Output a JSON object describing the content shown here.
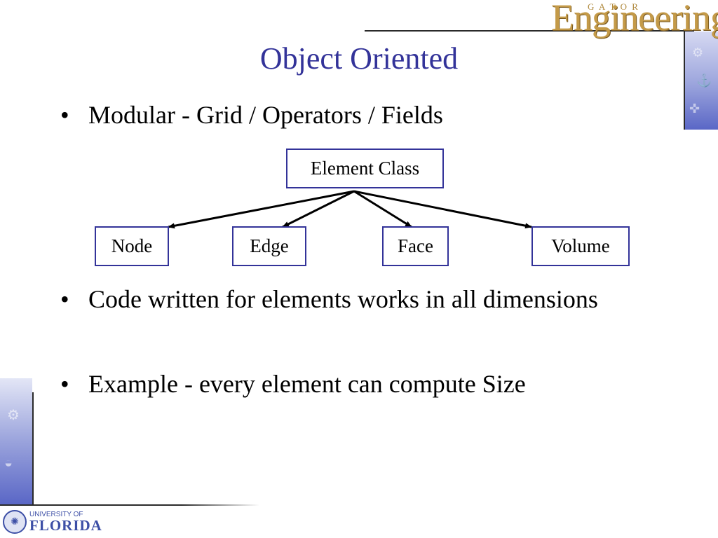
{
  "branding": {
    "top_logo_small": "G A T O R",
    "top_logo_big": "Engineering",
    "bottom_logo_small": "UNIVERSITY OF",
    "bottom_logo_big": "FLORIDA"
  },
  "slide": {
    "title": "Object Oriented",
    "bullets": [
      "Modular - Grid / Operators / Fields",
      "Code written for elements works in all dimensions",
      "Example - every element can compute Size"
    ]
  },
  "diagram": {
    "root": "Element Class",
    "children": [
      "Node",
      "Edge",
      "Face",
      "Volume"
    ]
  },
  "colors": {
    "title": "#333399",
    "box_border": "#333399",
    "text": "#000000"
  }
}
